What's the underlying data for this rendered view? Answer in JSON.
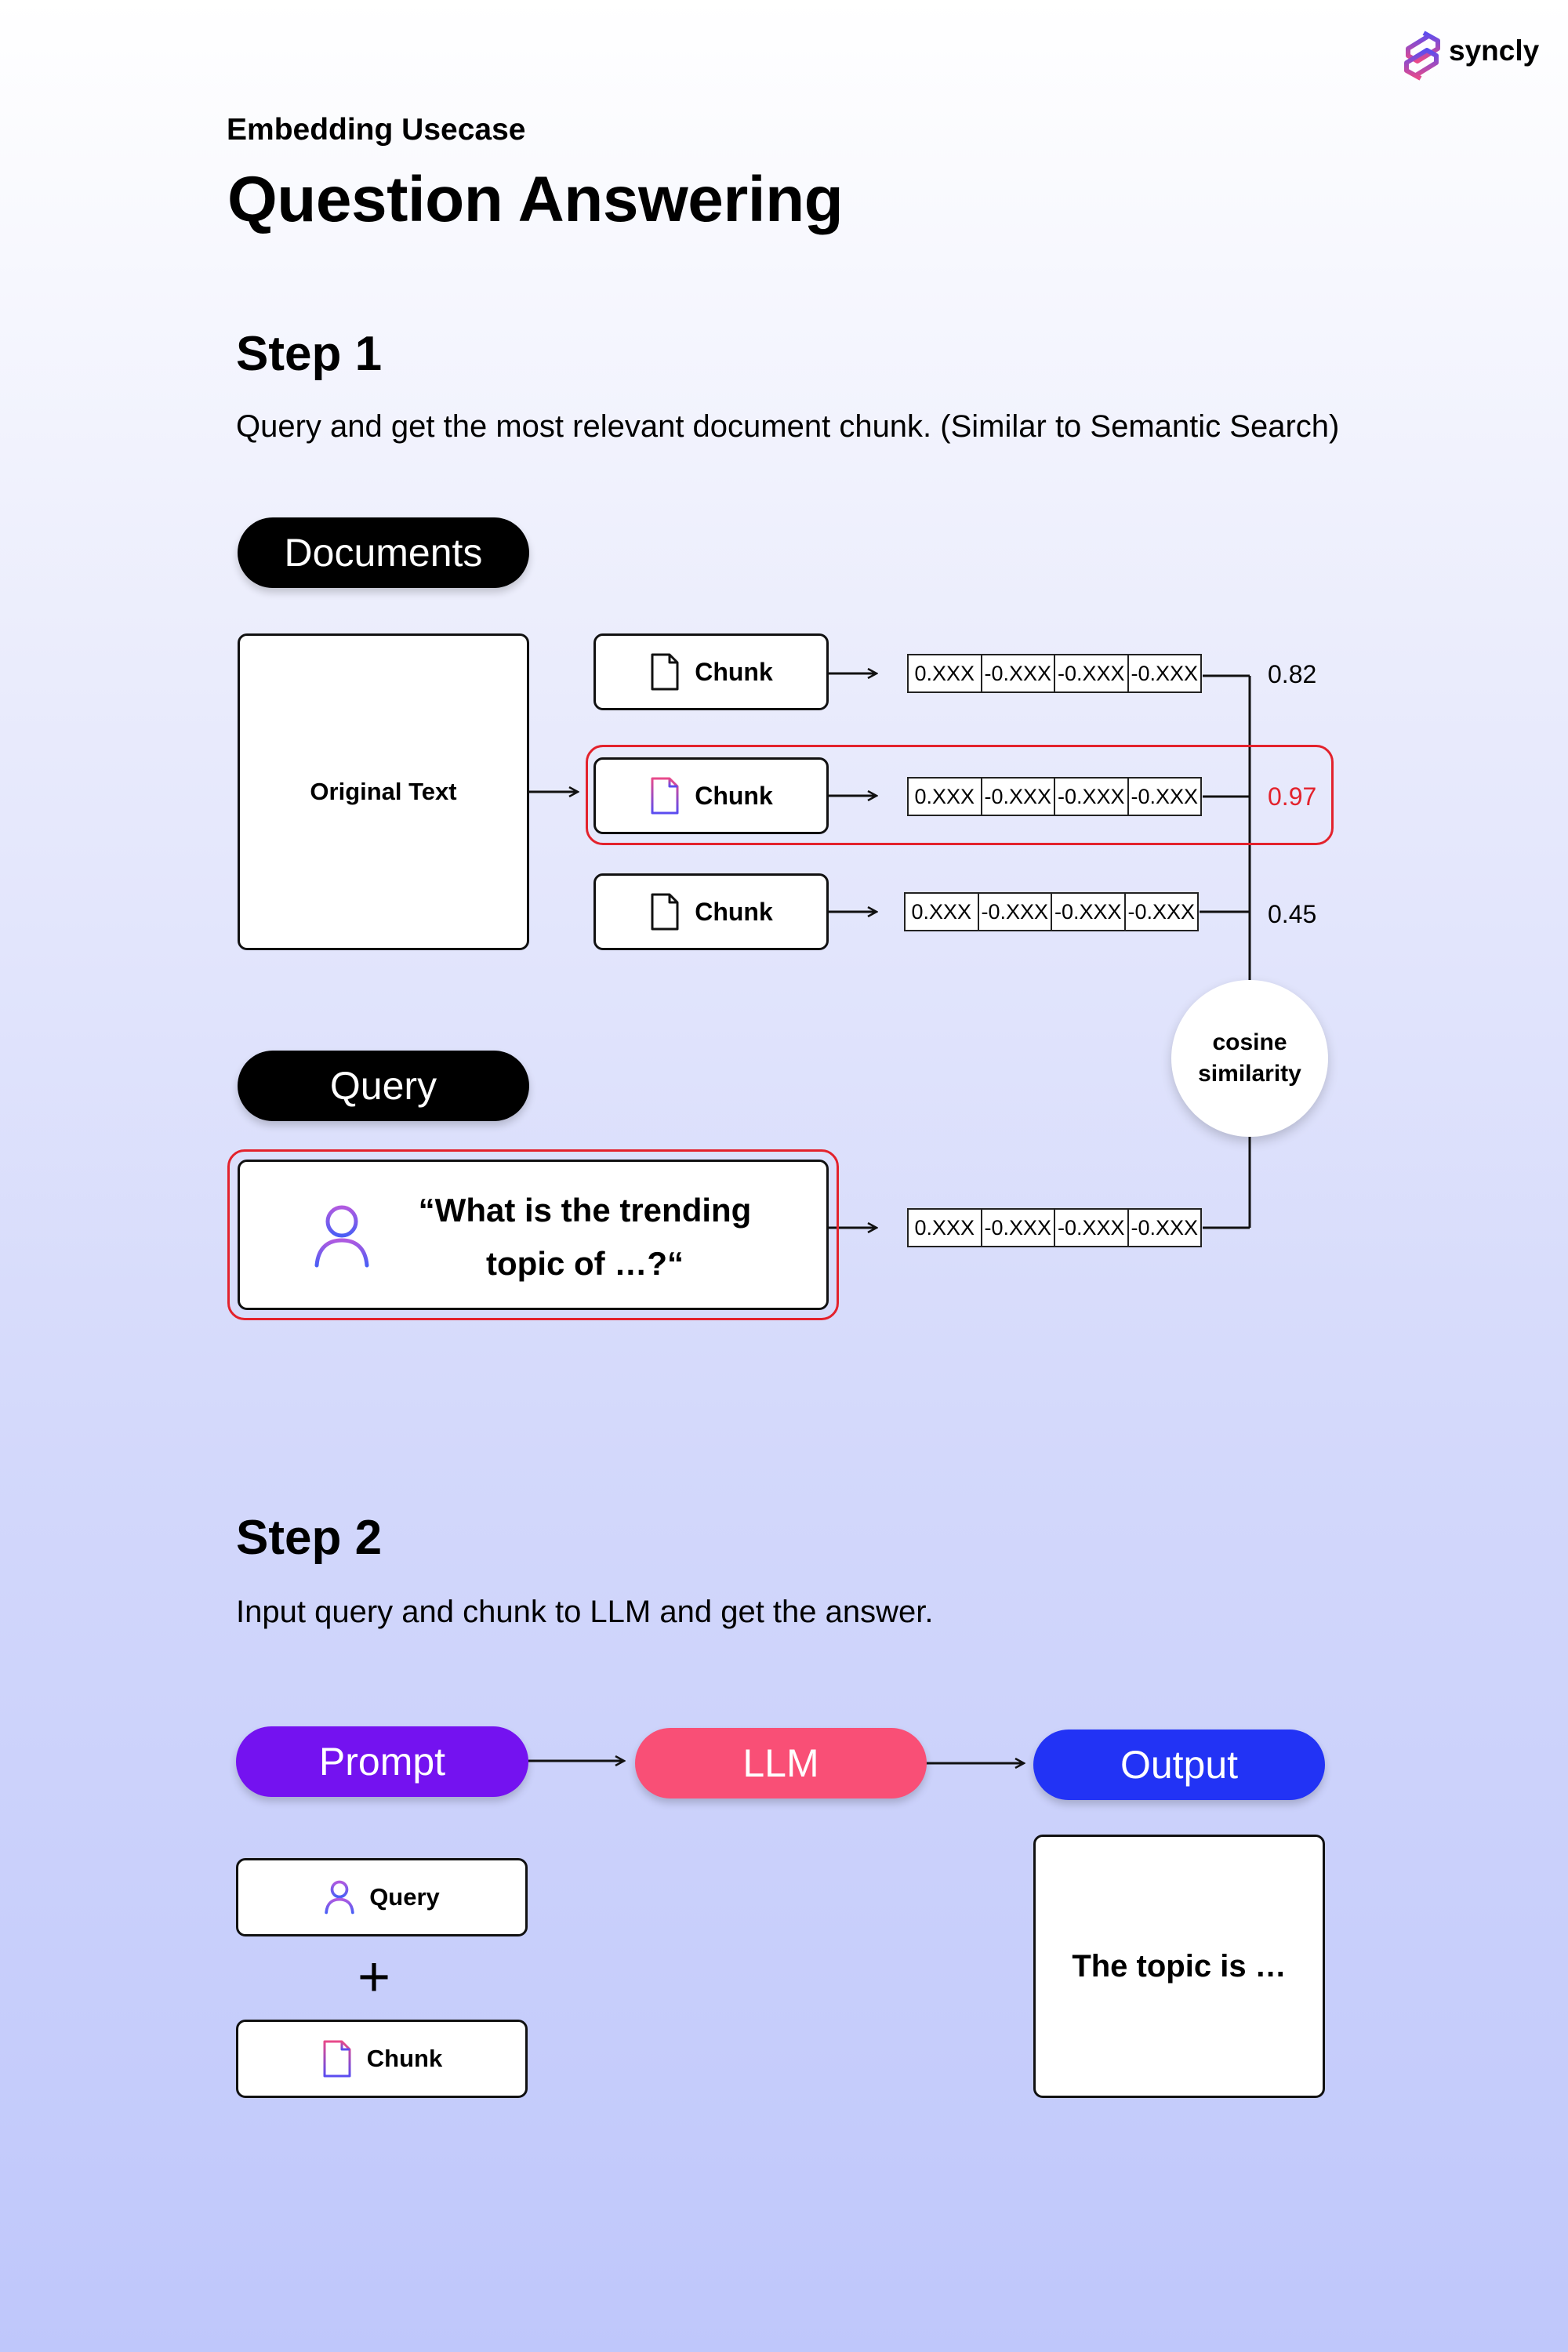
{
  "brand": {
    "name": "syncly"
  },
  "header": {
    "eyebrow": "Embedding Usecase",
    "title": "Question Answering"
  },
  "step1": {
    "heading": "Step 1",
    "description": "Query and get the most relevant document chunk. (Similar to Semantic Search)",
    "documents_label": "Documents",
    "original_text": "Original Text",
    "chunks": [
      {
        "label": "Chunk",
        "vector": [
          "0.XXX",
          "-0.XXX",
          "-0.XXX",
          "-0.XXX"
        ],
        "score": "0.82",
        "highlighted": false
      },
      {
        "label": "Chunk",
        "vector": [
          "0.XXX",
          "-0.XXX",
          "-0.XXX",
          "-0.XXX"
        ],
        "score": "0.97",
        "highlighted": true
      },
      {
        "label": "Chunk",
        "vector": [
          "0.XXX",
          "-0.XXX",
          "-0.XXX",
          "-0.XXX"
        ],
        "score": "0.45",
        "highlighted": false
      }
    ],
    "similarity": {
      "line1": "cosine",
      "line2": "similarity"
    },
    "query_label": "Query",
    "query_text_line1": "“What is the trending",
    "query_text_line2": "topic of …?“",
    "query_vector": [
      "0.XXX",
      "-0.XXX",
      "-0.XXX",
      "-0.XXX"
    ]
  },
  "step2": {
    "heading": "Step 2",
    "description": "Input query and chunk to LLM and get the answer.",
    "prompt_label": "Prompt",
    "llm_label": "LLM",
    "output_label": "Output",
    "query_item": "Query",
    "plus": "+",
    "chunk_item": "Chunk",
    "answer": "The topic is …"
  },
  "colors": {
    "highlight": "#e3222c",
    "prompt": "#7412f0",
    "llm": "#f94f76",
    "output": "#2233f5",
    "icon_gradient_start": "#e84a8a",
    "icon_gradient_end": "#5a4cf0"
  }
}
